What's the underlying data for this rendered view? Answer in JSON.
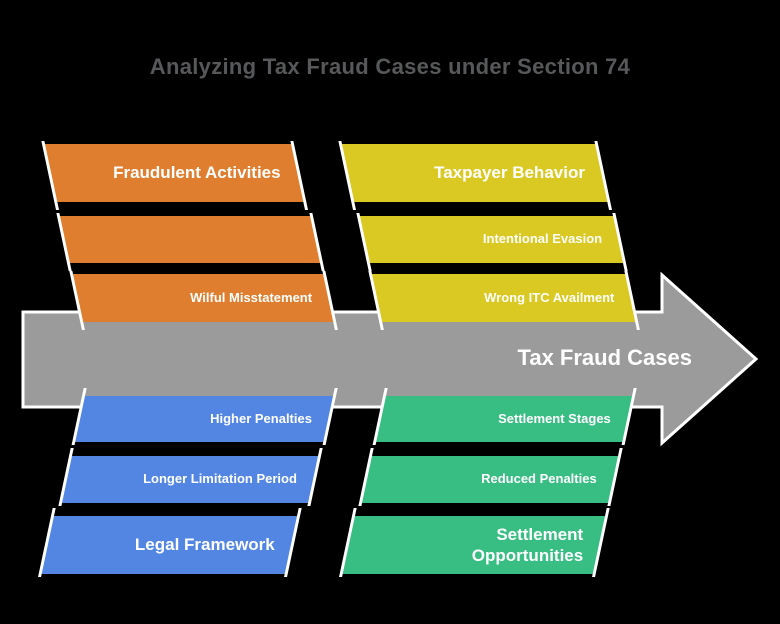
{
  "title": "Analyzing Tax Fraud Cases under Section 74",
  "arrow": {
    "label": "Tax Fraud Cases",
    "color": "#9B9B9B",
    "outline": "#FFFFFF"
  },
  "groups": {
    "fraudulent_activities": {
      "header": "Fraudulent Activities",
      "color": "#DE7E2E",
      "items": [
        "",
        "Wilful Misstatement"
      ]
    },
    "taxpayer_behavior": {
      "header": "Taxpayer Behavior",
      "color": "#D9C922",
      "items": [
        "Intentional Evasion",
        "Wrong ITC Availment"
      ]
    },
    "legal_framework": {
      "header": "Legal Framework",
      "color": "#5286E2",
      "items": [
        "Higher Penalties",
        "Longer Limitation Period"
      ]
    },
    "settlement_opportunities": {
      "header": "Settlement\nOpportunities",
      "color": "#38BD83",
      "items": [
        "Settlement Stages",
        "Reduced Penalties"
      ]
    }
  },
  "colors": {
    "background": "#000000",
    "title_text": "#57585A",
    "box_text": "#FFFFFF"
  }
}
